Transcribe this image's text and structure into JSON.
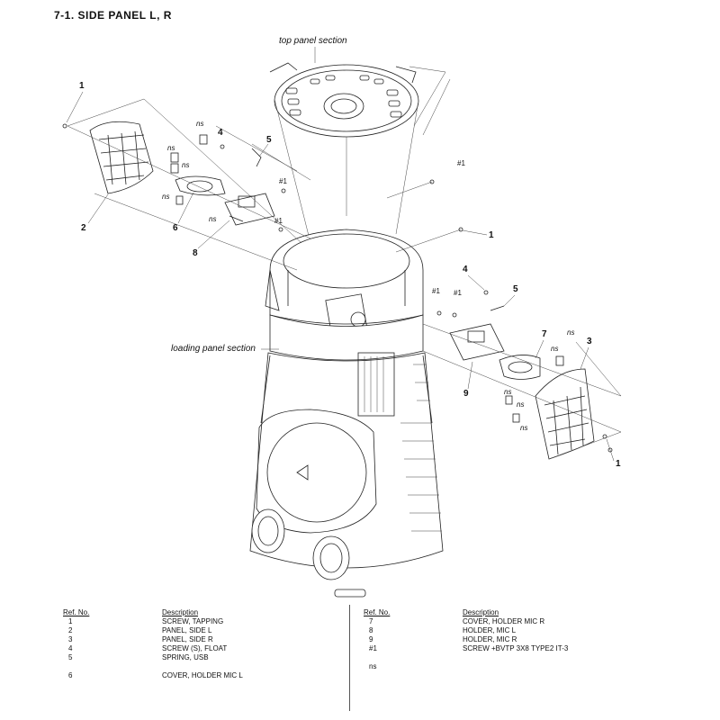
{
  "title": "7-1.   SIDE PANEL L, R",
  "callouts": {
    "top_panel_section": "top panel section",
    "loading_panel_section": "loading panel section",
    "ns": "ns",
    "hash1": "#1",
    "n1": "1",
    "n2": "2",
    "n3": "3",
    "n4": "4",
    "n5": "5",
    "n6": "6",
    "n7": "7",
    "n8": "8",
    "n9": "9"
  },
  "table": {
    "left": {
      "header_ref": "Ref. No.",
      "header_desc": "Description",
      "rows": [
        {
          "ref": "1",
          "desc": "SCREW, TAPPING"
        },
        {
          "ref": "2",
          "desc": "PANEL, SIDE L"
        },
        {
          "ref": "3",
          "desc": "PANEL, SIDE R"
        },
        {
          "ref": "4",
          "desc": "SCREW (S), FLOAT"
        },
        {
          "ref": "5",
          "desc": "SPRING, USB"
        },
        {
          "ref": "",
          "desc": ""
        },
        {
          "ref": "6",
          "desc": "COVER, HOLDER MIC L"
        }
      ]
    },
    "right": {
      "header_ref": "Ref. No.",
      "header_desc": "Description",
      "rows": [
        {
          "ref": "7",
          "desc": "COVER, HOLDER MIC R"
        },
        {
          "ref": "8",
          "desc": "HOLDER, MIC L"
        },
        {
          "ref": "9",
          "desc": "HOLDER, MIC R"
        },
        {
          "ref": "#1",
          "desc": "SCREW +BVTP 3X8 TYPE2 IT-3"
        },
        {
          "ref": "",
          "desc": ""
        },
        {
          "ref": "ns",
          "desc": ""
        }
      ]
    }
  }
}
